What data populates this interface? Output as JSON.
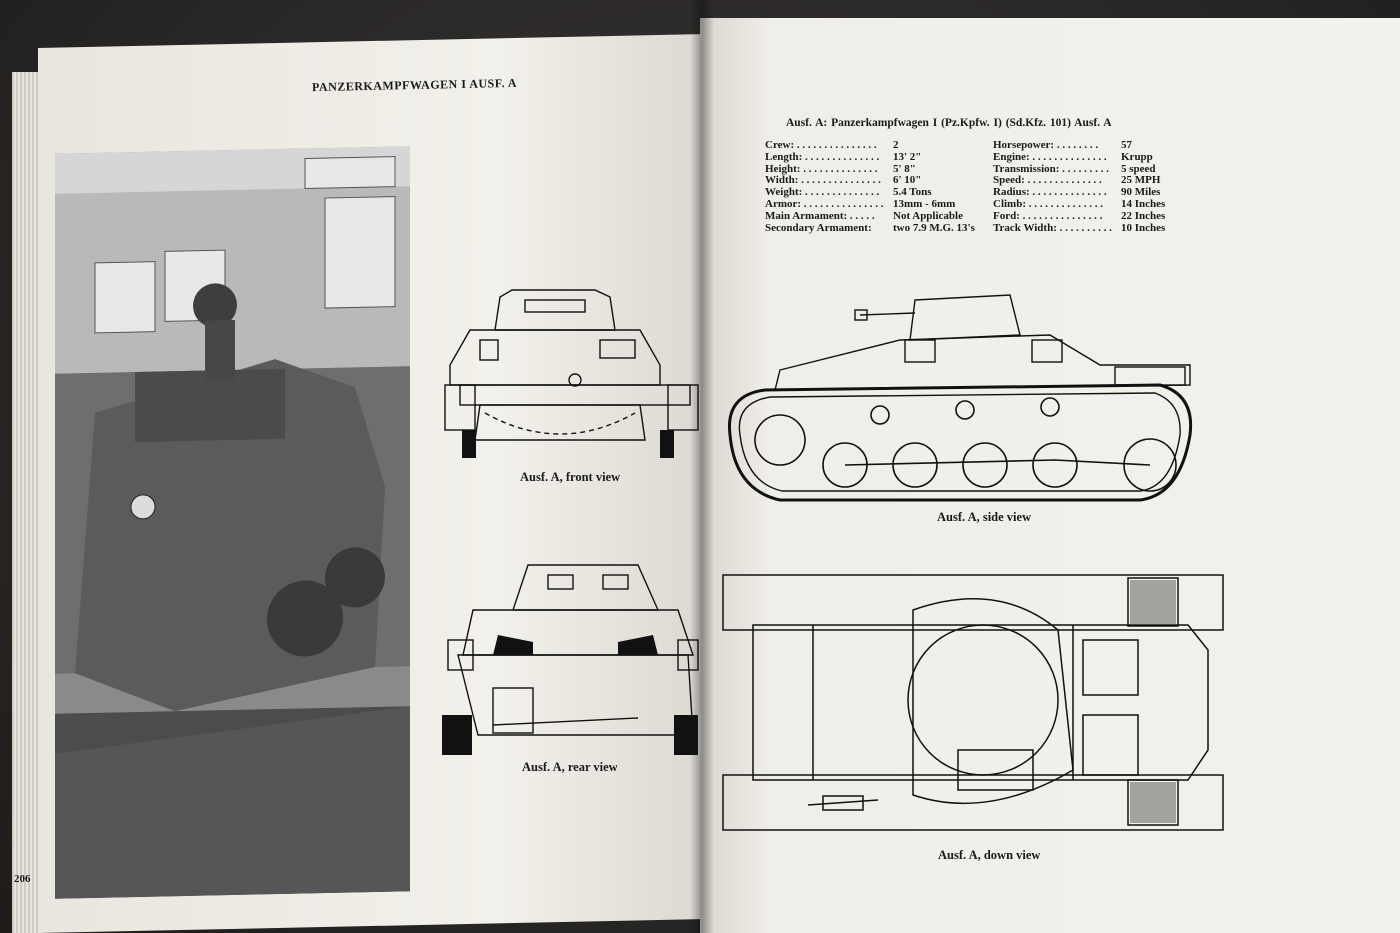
{
  "left_page": {
    "running_head": "PANZERKAMPFWAGEN I AUSF. A",
    "page_number": "206",
    "captions": {
      "front": "Ausf. A, front view",
      "rear": "Ausf. A, rear view"
    }
  },
  "right_page": {
    "spec_title": "Ausf. A:   Panzerkampfwagen I (Pz.Kpfw. I) (Sd.Kfz. 101) Ausf. A",
    "specs_left": [
      {
        "label": "Crew: . . . . . . . . . . . . . . .",
        "value": "2"
      },
      {
        "label": "Length: . . . . . . . . . . . . . .",
        "value": "13' 2\""
      },
      {
        "label": "Height: . . . . . . . . . . . . . .",
        "value": "5' 8\""
      },
      {
        "label": "Width: . . . . . . . . . . . . . . .",
        "value": "6' 10\""
      },
      {
        "label": "Weight: . . . . . . . . . . . . . .",
        "value": "5.4 Tons"
      },
      {
        "label": "Armor: . . . . . . . . . . . . . . .",
        "value": "13mm - 6mm"
      },
      {
        "label": "Main Armament: . . . . .",
        "value": "Not Applicable"
      },
      {
        "label": "Secondary Armament:",
        "value": "two 7.9 M.G. 13's"
      }
    ],
    "specs_right": [
      {
        "label": "Horsepower: . . . . . . . .",
        "value": "57"
      },
      {
        "label": "Engine: . . . . . . . . . . . . . .",
        "value": "Krupp"
      },
      {
        "label": "Transmission: . . . . . . . . .",
        "value": "5 speed"
      },
      {
        "label": "Speed: . . . . . . . . . . . . . .",
        "value": "25 MPH"
      },
      {
        "label": "Radius: . . . . . . . . . . . . . .",
        "value": "90 Miles"
      },
      {
        "label": "Climb: . . . . . . . . . . . . . .",
        "value": "14 Inches"
      },
      {
        "label": "Ford: . . . . . . . . . . . . . . .",
        "value": "22 Inches"
      },
      {
        "label": "Track Width: . . . . . . . . . .",
        "value": "10 Inches"
      }
    ],
    "captions": {
      "side": "Ausf. A, side view",
      "down": "Ausf. A, down view"
    }
  }
}
